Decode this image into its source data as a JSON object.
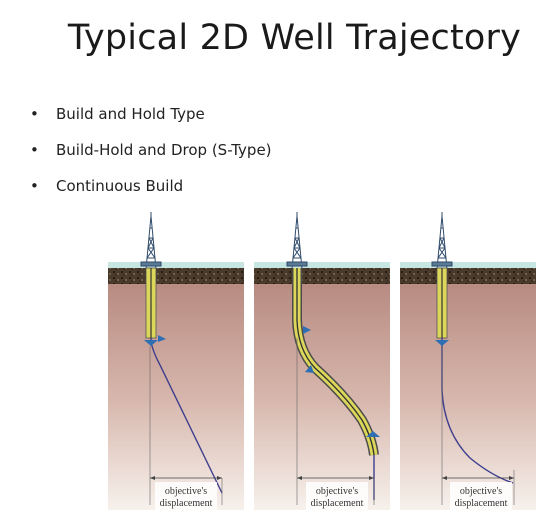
{
  "title": "Typical 2D Well Trajectory",
  "bullets": [
    "Build and Hold Type",
    "Build-Hold and Drop (S-Type)",
    "Continuous Build"
  ],
  "diagrams": [
    {
      "label_line1": "objective's",
      "label_line2": "displacement"
    },
    {
      "label_line1": "objective's",
      "label_line2": "displacement"
    },
    {
      "label_line1": "objective's",
      "label_line2": "displacement"
    }
  ],
  "colors": {
    "sky": "#c5e6e2",
    "soil_top": "#3a2e23",
    "rock_top": "#b88a80",
    "rock_bottom": "#f6eee9",
    "casing": "#d9d65a",
    "wellbore": "#3f3f8a",
    "marker": "#2e6fb3"
  }
}
